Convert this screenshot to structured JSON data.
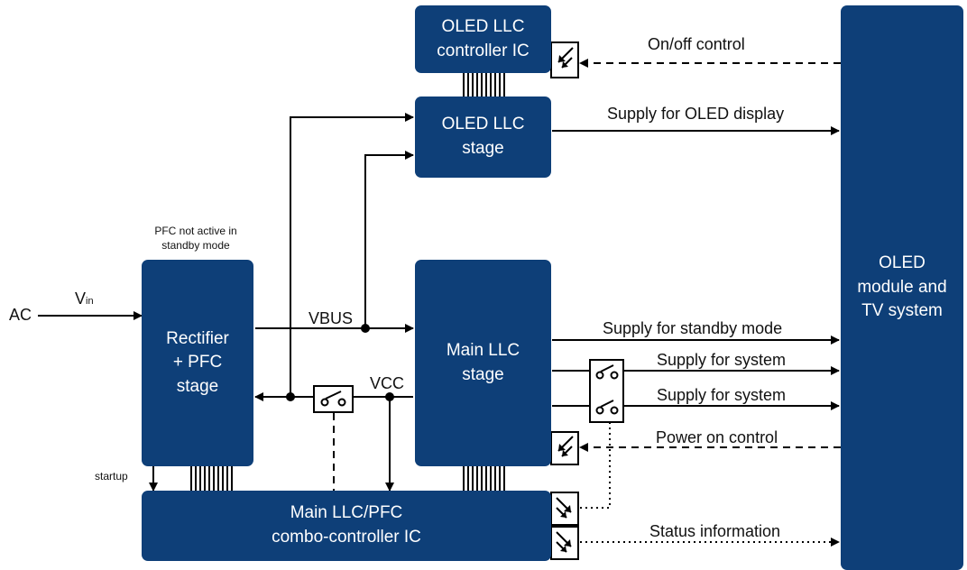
{
  "colors": {
    "block": "#0e3f78",
    "line": "#000000",
    "background": "#ffffff"
  },
  "blocks": {
    "oled_controller": "OLED LLC\ncontroller IC",
    "oled_stage": "OLED LLC\nstage",
    "rectifier": "Rectifier\n+ PFC\nstage",
    "main_stage": "Main LLC\nstage",
    "combo": "Main LLC/PFC\ncombo-controller IC",
    "oled_module": "OLED\nmodule and\nTV system"
  },
  "labels": {
    "ac": "AC",
    "vin_main": "V",
    "vin_sub": "in",
    "vbus": "VBUS",
    "vcc": "VCC",
    "startup": "startup",
    "pfc_note": "PFC not active in\nstandby mode",
    "on_off_control": "On/off control",
    "supply_oled_display": "Supply for OLED display",
    "supply_standby": "Supply for standby mode",
    "supply_system_1": "Supply for system",
    "supply_system_2": "Supply for system",
    "power_on_control": "Power on control",
    "status_information": "Status information"
  },
  "icons": {
    "optocoupler": "optocoupler-icon",
    "switch": "switch-icon"
  }
}
